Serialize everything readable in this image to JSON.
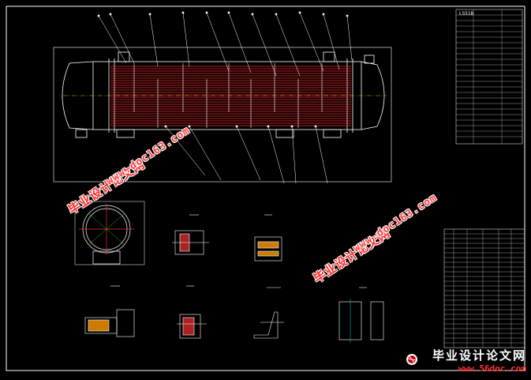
{
  "watermarks": {
    "site_name": "毕业设计论文网",
    "url": "www.doc163.com"
  },
  "footer": {
    "site_name": "毕业设计论文网",
    "url": "www.56doc.com"
  },
  "title_block_code": "LS51B",
  "colors": {
    "background": "#000000",
    "lines": "#ffffff",
    "tubes": "#ff2a2a",
    "centerline": "#ffff00",
    "leaders": "#ffffff",
    "accent_cyan": "#00ffff",
    "accent_green": "#00ff00"
  }
}
